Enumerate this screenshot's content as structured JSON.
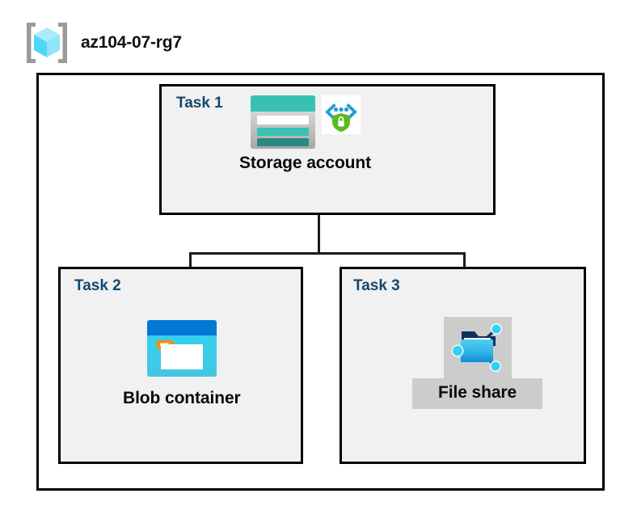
{
  "header": {
    "icon": "resource-group-icon",
    "title": "az104-07-rg7"
  },
  "boundary": {
    "name": "resource-group-boundary"
  },
  "tasks": [
    {
      "id": "task1",
      "label": "Task 1",
      "node": {
        "caption": "Storage account",
        "icons": [
          "storage-account-icon",
          "private-endpoint-icon"
        ],
        "highlighted": false
      }
    },
    {
      "id": "task2",
      "label": "Task 2",
      "node": {
        "caption": "Blob container",
        "icons": [
          "blob-container-icon"
        ],
        "highlighted": false
      }
    },
    {
      "id": "task3",
      "label": "Task 3",
      "node": {
        "caption": "File share",
        "icons": [
          "file-share-icon"
        ],
        "highlighted": true
      }
    }
  ],
  "connectors": [
    {
      "name": "storage-to-bus",
      "from": "Storage account",
      "to": "branch-bus"
    },
    {
      "name": "bus-to-blob-container",
      "from": "branch-bus",
      "to": "Blob container"
    },
    {
      "name": "bus-to-file-share",
      "from": "branch-bus",
      "to": "File share"
    }
  ],
  "colors": {
    "task_label": "#14496B",
    "caption": "#0a0a0a",
    "box_fill": "#f1f1f1",
    "box_border": "#000000",
    "page_background": "#ffffff",
    "highlight": "#cccccc",
    "storage_teal": "#37c2b5",
    "storage_teal_dark": "#2a8a80",
    "blob_blue": "#0078d4",
    "blob_cyan": "#32d2f2",
    "blob_orange": "#f2900d",
    "shield_green": "#5bb923",
    "link_blue": "#1f9cd7",
    "folder_blue": "#32b4e8",
    "folder_navy": "#10305e",
    "node_cyan": "#32d2f2",
    "cube_cyan": "#7fe3f9",
    "bracket_gray": "#9b9b9b"
  }
}
